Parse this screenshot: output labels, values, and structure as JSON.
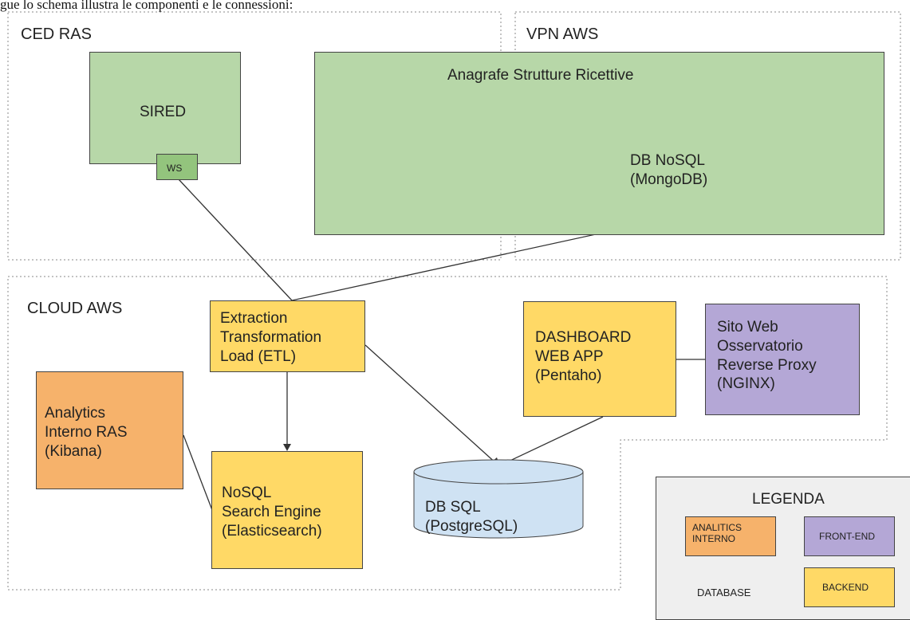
{
  "caption": "gue lo schema illustra le componenti e le connessioni:",
  "regions": {
    "ced_ras": "CED RAS",
    "vpn_aws": "VPN AWS",
    "cloud_aws": "CLOUD AWS"
  },
  "nodes": {
    "sired": "SIRED",
    "ws": "WS",
    "anagrafe": "Anagrafe Strutture Ricettive",
    "db_nosql": "DB NoSQL\n(MongoDB)",
    "etl": "Extraction\nTransformation\nLoad (ETL)",
    "dashboard": "DASHBOARD\nWEB APP\n(Pentaho)",
    "sito_web": "Sito Web\nOsservatorio\nReverse Proxy\n(NGINX)",
    "analytics": "Analytics\nInterno RAS\n(Kibana)",
    "search_engine": "NoSQL\nSearch Engine\n(Elasticsearch)",
    "db_sql": "DB SQL\n(PostgreSQL)"
  },
  "legend": {
    "title": "LEGENDA",
    "analytics": "ANALITICS\nINTERNO",
    "frontend": "FRONT-END",
    "database": "DATABASE",
    "backend": "BACKEND"
  },
  "colors": {
    "green": "#b7d7a8",
    "dark_green": "#93c47d",
    "yellow": "#ffd966",
    "orange": "#f6b26b",
    "purple": "#b4a7d6",
    "database": "#cfe2f3",
    "legend_bg": "#efefef"
  }
}
